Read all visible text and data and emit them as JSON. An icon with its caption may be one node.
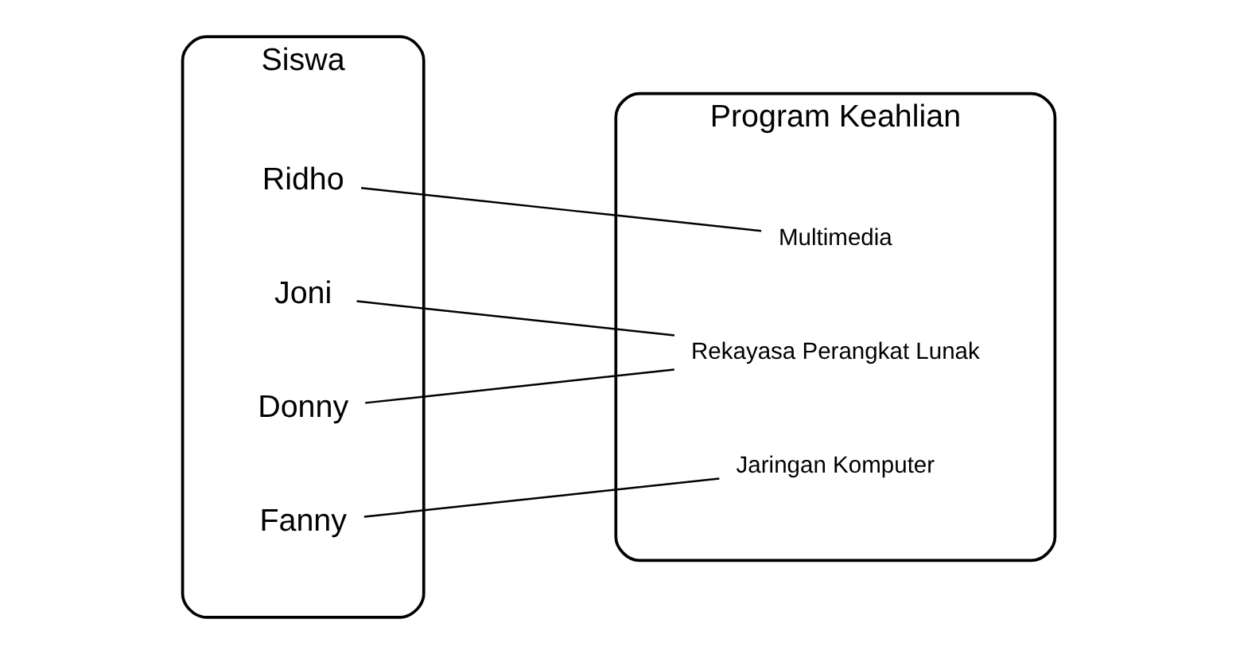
{
  "diagram": {
    "nodes": [
      {
        "text": [
          "Siswa"
        ]
      },
      {
        "text": [
          "Joni"
        ],
        "in": 0
      },
      {
        "text": [
          "Ridho"
        ],
        "in": 0
      },
      {
        "text": [
          "Fanny"
        ],
        "in": 0
      },
      {
        "text": [
          "Donny"
        ],
        "in": 0
      },
      {
        "text": [
          "Program Keahlian"
        ]
      },
      {
        "text": [
          "Rekayasa Perangkat Lunak"
        ],
        "in": 5
      },
      {
        "text": [
          "Multimedia"
        ],
        "in": 5
      },
      {
        "text": [
          "Jaringan Komputer"
        ],
        "in": 5
      }
    ],
    "edges": [
      {
        "from": 1,
        "to": 6,
        "arrow": "none"
      },
      {
        "from": 2,
        "to": 7,
        "arrow": "none"
      },
      {
        "from": 3,
        "to": 8,
        "arrow": "none"
      },
      {
        "from": 4,
        "to": 6,
        "arrow": "none"
      }
    ]
  }
}
